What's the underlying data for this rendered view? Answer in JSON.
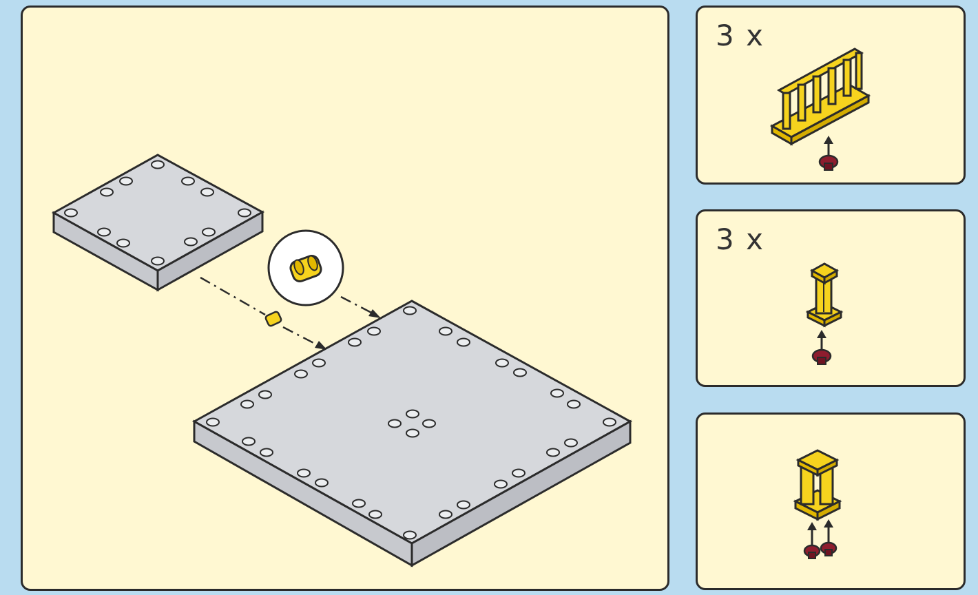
{
  "colors": {
    "background": "#b9dcf0",
    "panel_fill": "#fff8d2",
    "plate_gray": "#d6d8dc",
    "plate_side": "#c4c6cb",
    "part_yellow": "#f6d31e",
    "pin_red": "#8e1d2e",
    "outline": "#2b2b2b"
  },
  "main_step": {
    "parts": [
      "small-gray-plate",
      "large-gray-plate",
      "yellow-connector-peg"
    ]
  },
  "sub_steps": [
    {
      "quantity": "3 x",
      "part": "yellow-fence-piece",
      "fastener": "red-pin"
    },
    {
      "quantity": "3 x",
      "part": "yellow-pillar-piece",
      "fastener": "red-pin"
    },
    {
      "quantity": "",
      "part": "yellow-double-pillar-piece",
      "fastener": "red-pins"
    }
  ]
}
